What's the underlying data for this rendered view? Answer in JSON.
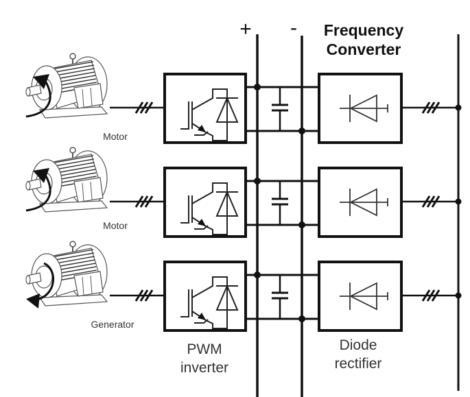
{
  "title": {
    "line1": "Frequency",
    "line2": "Converter"
  },
  "dc_bus": {
    "positive_label": "+",
    "negative_label": "-"
  },
  "rows": [
    {
      "machine_label": "Motor",
      "machine_type": "motor",
      "rotation": "counter-clockwise-up"
    },
    {
      "machine_label": "Motor",
      "machine_type": "motor",
      "rotation": "counter-clockwise-up"
    },
    {
      "machine_label": "Generator",
      "machine_type": "generator",
      "rotation": "clockwise-down"
    }
  ],
  "block_labels": {
    "inverter_line1": "PWM",
    "inverter_line2": "inverter",
    "rectifier_line1": "Diode",
    "rectifier_line2": "rectifier"
  },
  "symbols": {
    "three_phase_marker": "///",
    "inverter_symbol": "igbt-with-antiparallel-diode",
    "rectifier_symbol": "diode",
    "dc_link_symbol": "capacitor"
  }
}
